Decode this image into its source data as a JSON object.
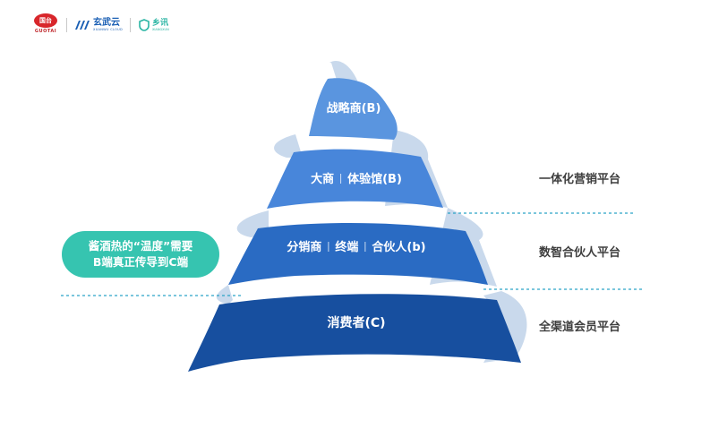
{
  "header": {
    "brand1_badge": "国台",
    "brand1_sub": "GUOTAI",
    "brand2_name": "玄武云",
    "brand2_sub": "XUANWU CLOUD",
    "brand3_name": "乡讯",
    "brand3_sub": "XIANGXUN"
  },
  "colors": {
    "ribbon_light": "#c9d9ec",
    "tier1": "#5a95df",
    "tier2": "#4886da",
    "tier3": "#2a6bc3",
    "tier4": "#174f9f",
    "callout": "#36c4b0",
    "divider": "#2aa3c6"
  },
  "tiers": [
    {
      "segments": [
        "战略商(B)"
      ]
    },
    {
      "segments": [
        "大商",
        "体验馆(B)"
      ]
    },
    {
      "segments": [
        "分销商",
        "终端",
        "合伙人(b)"
      ]
    },
    {
      "segments": [
        "消费者(C)"
      ]
    }
  ],
  "platforms": [
    "一体化营销平台",
    "数智合伙人平台",
    "全渠道会员平台"
  ],
  "callout": {
    "line1": "酱酒热的“温度”需要",
    "line2": "B端真正传导到C端"
  }
}
